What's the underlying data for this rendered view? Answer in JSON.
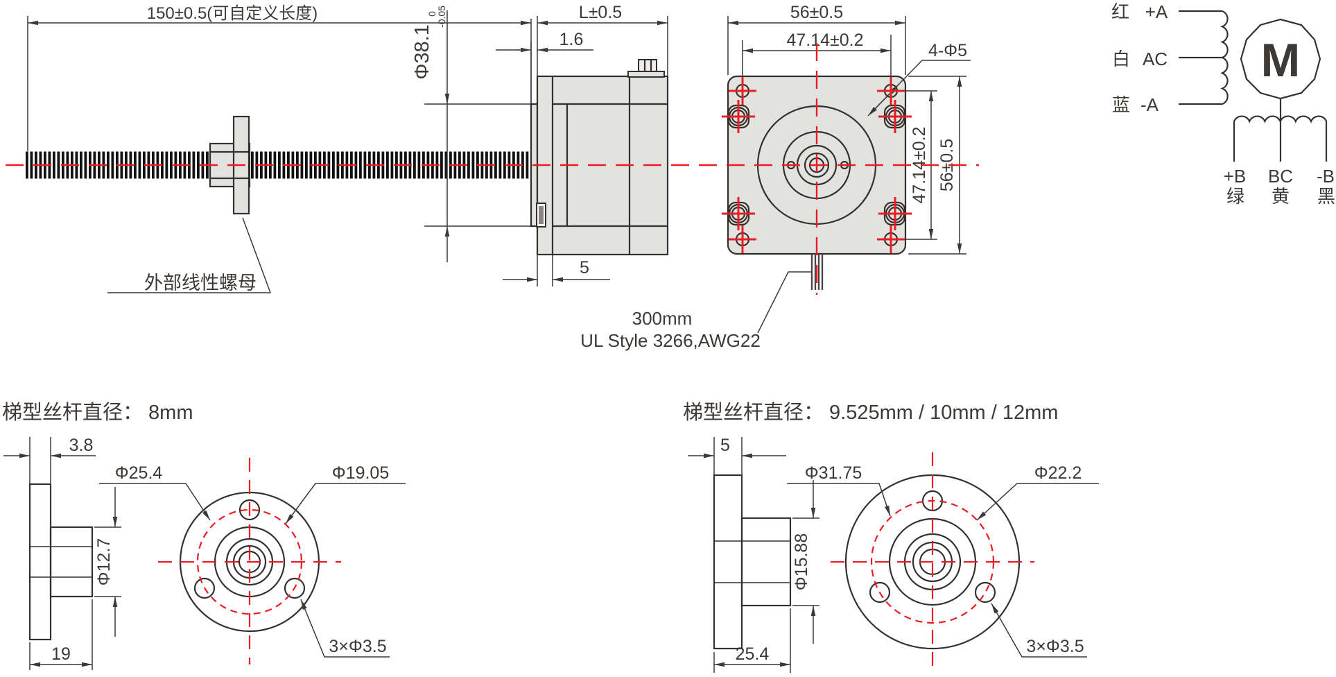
{
  "side_view": {
    "length_dim": "150±0.5(可自定义长度)",
    "screw_dia": "Φ38.1",
    "screw_dia_tol_upper": "0",
    "screw_dia_tol_lower": "-0.05",
    "motor_length_dim": "L±0.5",
    "boss_thickness_dim": "1.6",
    "pilot_depth_dim": "5",
    "nut_label": "外部线性螺母"
  },
  "face_view": {
    "width_dim": "56±0.5",
    "hole_spacing_h_dim": "47.14±0.2",
    "holes_dim": "4-Φ5",
    "hole_spacing_v_dim": "47.14±0.2",
    "height_dim": "56±0.5",
    "cable_length": "300mm",
    "cable_spec": "UL Style 3266,AWG22"
  },
  "wiring": {
    "phase_a_plus_color": "红",
    "phase_a_plus": "+A",
    "phase_a_common_color": "白",
    "phase_a_common": "AC",
    "phase_a_minus_color": "蓝",
    "phase_a_minus": "-A",
    "motor_symbol": "M",
    "phase_b_plus": "+B",
    "phase_b_plus_color": "绿",
    "phase_b_common": "BC",
    "phase_b_common_color": "黄",
    "phase_b_minus": "-B",
    "phase_b_minus_color": "黑"
  },
  "nut_8mm": {
    "title": "梯型丝杆直径：  8mm",
    "flange_thickness_dim": "3.8",
    "flange_dia_dim": "Φ25.4",
    "bolt_circle_dim": "Φ19.05",
    "sleeve_dia_dim": "Φ12.7",
    "total_length_dim": "19",
    "holes_dim": "3×Φ3.5"
  },
  "nut_large": {
    "title": "梯型丝杆直径：  9.525mm / 10mm / 12mm",
    "flange_thickness_dim": "5",
    "flange_dia_dim": "Φ31.75",
    "bolt_circle_dim": "Φ22.2",
    "sleeve_dia_dim": "Φ15.88",
    "total_length_dim": "25.4",
    "holes_dim": "3×Φ3.5"
  },
  "colors": {
    "line": "#35302d",
    "centerline_red": "#ea1c24",
    "body_fill": "#e2e3e1"
  }
}
